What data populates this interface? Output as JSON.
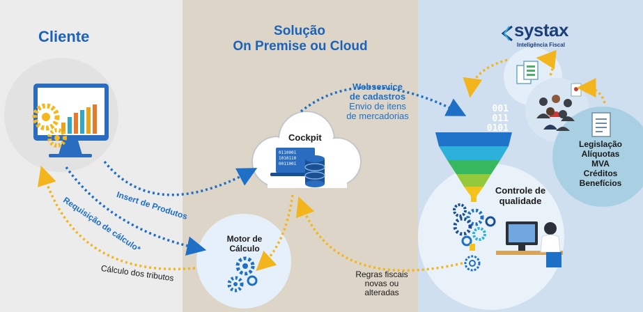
{
  "panels": {
    "left_title": "Cliente",
    "mid_title_1": "Solução",
    "mid_title_2": "On Premise ou Cloud"
  },
  "brand": {
    "name": "systax",
    "tagline": "Inteligência Fiscal"
  },
  "nodes": {
    "cockpit": "Cockpit",
    "motor_1": "Motor de",
    "motor_2": "Cálculo",
    "qualidade_1": "Controle de",
    "qualidade_2": "qualidade"
  },
  "binary": [
    "001",
    "011",
    "0101"
  ],
  "cockpit_binary": [
    "0110001",
    "1010110",
    "0011001"
  ],
  "legislacao": [
    "Legislação",
    "Alíquotas",
    "MVA",
    "Créditos",
    "Benefícios"
  ],
  "flows": {
    "webservice_1": "Webservice",
    "webservice_2": "de cadastros",
    "envio_1": "Envio de itens",
    "envio_2": "de mercadorias",
    "insert": "Insert de Produtos",
    "requisicao": "Requisição de cálculo*",
    "calculo": "Cálculo dos tributos",
    "regras_1": "Regras fiscais",
    "regras_2": "novas ou",
    "regras_3": "alteradas"
  },
  "colors": {
    "blue": "#1e6fc6",
    "yellow": "#f2b51d",
    "title_blue": "#1c63b8",
    "bg_left": "#ececec",
    "bg_mid": "#ddd6c8",
    "bg_right": "#cfdff0"
  }
}
